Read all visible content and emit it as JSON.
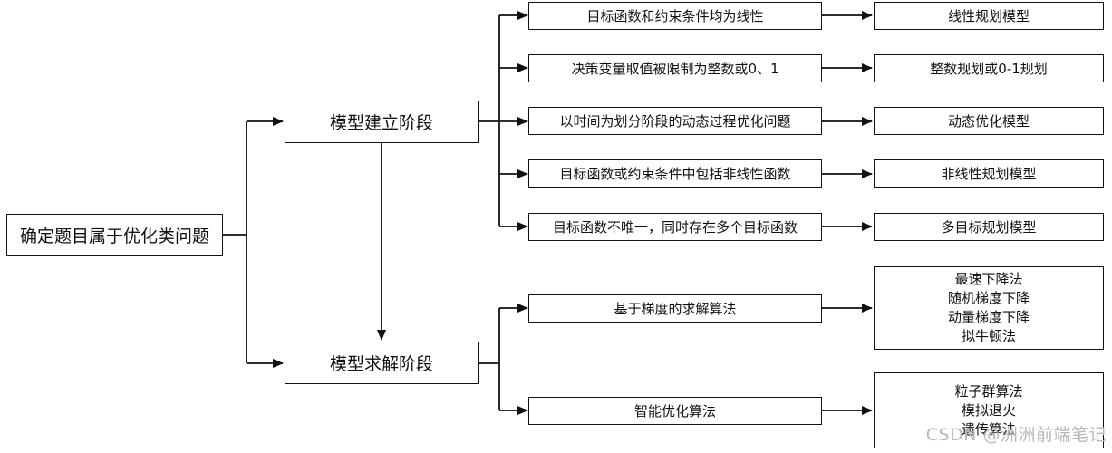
{
  "root": {
    "label": "确定题目属于优化类问题"
  },
  "stages": [
    {
      "label": "模型建立阶段"
    },
    {
      "label": "模型求解阶段"
    }
  ],
  "modeling": [
    {
      "condition": "目标函数和约束条件均为线性",
      "model": "线性规划模型"
    },
    {
      "condition": "决策变量取值被限制为整数或0、1",
      "model": "整数规划或0-1规划"
    },
    {
      "condition": "以时间为划分阶段的动态过程优化问题",
      "model": "动态优化模型"
    },
    {
      "condition": "目标函数或约束条件中包括非线性函数",
      "model": "非线性规划模型"
    },
    {
      "condition": "目标函数不唯一，同时存在多个目标函数",
      "model": "多目标规划模型"
    }
  ],
  "solving": [
    {
      "category": "基于梯度的求解算法",
      "methods": [
        "最速下降法",
        "随机梯度下降",
        "动量梯度下降",
        "拟牛顿法"
      ]
    },
    {
      "category": "智能优化算法",
      "methods": [
        "粒子群算法",
        "模拟退火",
        "遗传算法"
      ]
    }
  ],
  "watermark": "CSDN @洲洲前端笔记"
}
